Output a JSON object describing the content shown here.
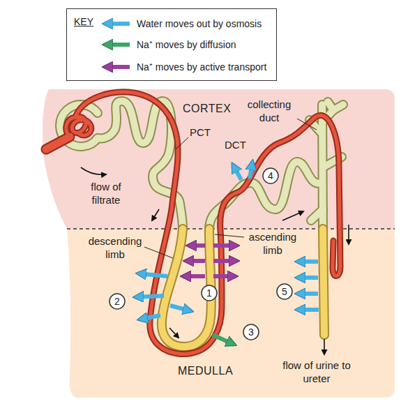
{
  "diagram": {
    "nodes": [
      {
        "text": [
          "KEY"
        ]
      }
    ],
    "labels": [
      "CORTEX",
      "collecting duct",
      "PCT",
      "DCT",
      "4",
      "flow of filtrate",
      "descending limb",
      "ascending limb",
      "1",
      "2",
      "5",
      "3",
      "MEDULLA",
      "flow of urine to ureter"
    ],
    "legend": [
      {
        "text": "Water moves out by osmosis"
      },
      {
        "text": "Na⁺ moves by diffusion"
      },
      {
        "text": "Na⁺ moves by active transport"
      }
    ]
  }
}
